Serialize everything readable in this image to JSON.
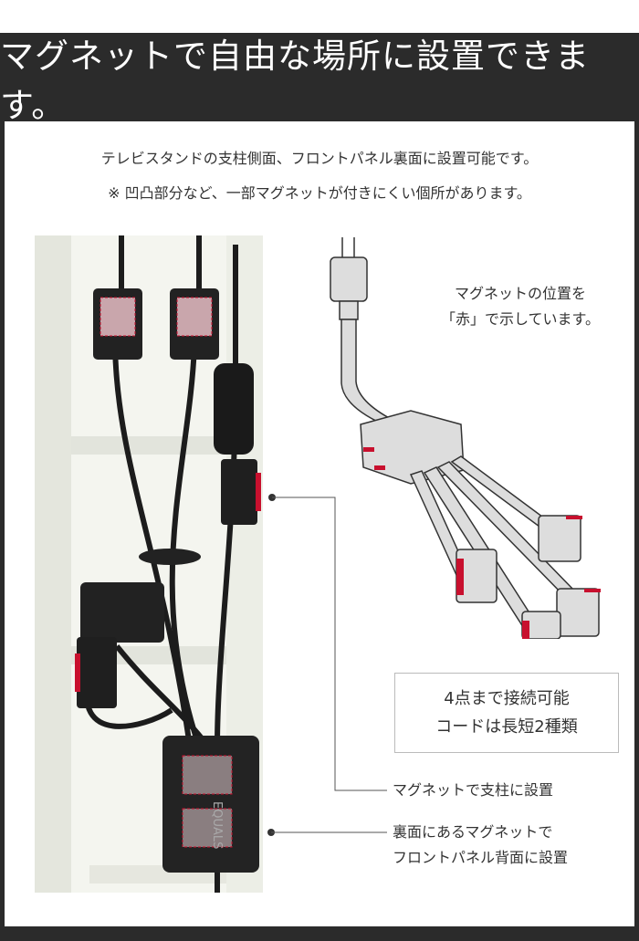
{
  "header": {
    "title": "マグネットで自由な場所に設置できます。"
  },
  "intro": {
    "line1": "テレビスタンドの支柱側面、フロントパネル裏面に設置可能です。",
    "line2": "※ 凹凸部分など、一部マグネットが付きにくい個所があります。"
  },
  "photo": {
    "logo_text": "EQUALS"
  },
  "illustration": {
    "note_line1": "マグネットの位置を",
    "note_line2": "「赤」で示しています。"
  },
  "spec_box": {
    "line1": "4点まで接続可能",
    "line2": "コードは長短2種類"
  },
  "callouts": [
    {
      "line1": "マグネットで支柱に設置"
    },
    {
      "line1": "裏面にあるマグネットで",
      "line2": "フロントパネル背面に設置"
    }
  ],
  "colors": {
    "frame": "#2b2b2b",
    "magnet": "#c8102e"
  }
}
